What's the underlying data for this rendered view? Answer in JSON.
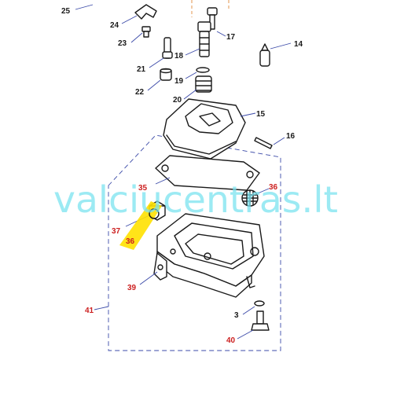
{
  "watermark": "valciucentras.lt",
  "colors": {
    "label_black": "#1a1a1a",
    "label_red": "#cc1f1f",
    "leader_blue": "#3b4aa8",
    "highlight_yellow": "#ffe100",
    "watermark_cyan": "#7be3f0"
  },
  "callouts": [
    {
      "id": "25",
      "text": "25",
      "color": "black"
    },
    {
      "id": "24",
      "text": "24",
      "color": "black"
    },
    {
      "id": "23",
      "text": "23",
      "color": "black"
    },
    {
      "id": "17",
      "text": "17",
      "color": "black"
    },
    {
      "id": "18",
      "text": "18",
      "color": "black"
    },
    {
      "id": "14",
      "text": "14",
      "color": "black"
    },
    {
      "id": "21",
      "text": "21",
      "color": "black"
    },
    {
      "id": "19",
      "text": "19",
      "color": "black"
    },
    {
      "id": "22",
      "text": "22",
      "color": "black"
    },
    {
      "id": "20",
      "text": "20",
      "color": "black"
    },
    {
      "id": "15",
      "text": "15",
      "color": "black"
    },
    {
      "id": "16",
      "text": "16",
      "color": "black"
    },
    {
      "id": "35a",
      "text": "35",
      "color": "red"
    },
    {
      "id": "36a",
      "text": "36",
      "color": "red"
    },
    {
      "id": "37",
      "text": "37",
      "color": "red"
    },
    {
      "id": "36b",
      "text": "36",
      "color": "red"
    },
    {
      "id": "39",
      "text": "39",
      "color": "red"
    },
    {
      "id": "41",
      "text": "41",
      "color": "red"
    },
    {
      "id": "3",
      "text": "3",
      "color": "black"
    },
    {
      "id": "40",
      "text": "40",
      "color": "red"
    }
  ]
}
